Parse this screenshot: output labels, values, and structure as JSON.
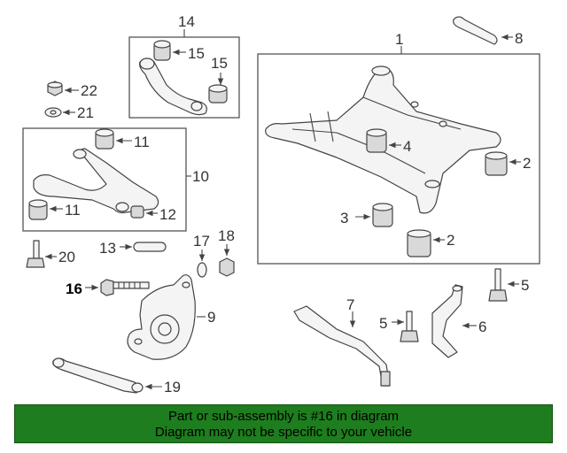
{
  "diagram": {
    "callouts": {
      "c1": "1",
      "c2a": "2",
      "c2b": "2",
      "c3": "3",
      "c4": "4",
      "c5a": "5",
      "c5b": "5",
      "c6": "6",
      "c7": "7",
      "c8": "8",
      "c9": "9",
      "c10": "10",
      "c11a": "11",
      "c11b": "11",
      "c12": "12",
      "c13": "13",
      "c14": "14",
      "c15a": "15",
      "c15b": "15",
      "c16": "16",
      "c17": "17",
      "c18": "18",
      "c19": "19",
      "c20": "20",
      "c21": "21",
      "c22": "22"
    },
    "highlighted_part": "16"
  },
  "banner": {
    "line1": "Part or sub-assembly is #16 in diagram",
    "line2": "Diagram may not be specific to your vehicle"
  },
  "colors": {
    "banner_bg": "#1e7d1e",
    "line": "#444444"
  }
}
